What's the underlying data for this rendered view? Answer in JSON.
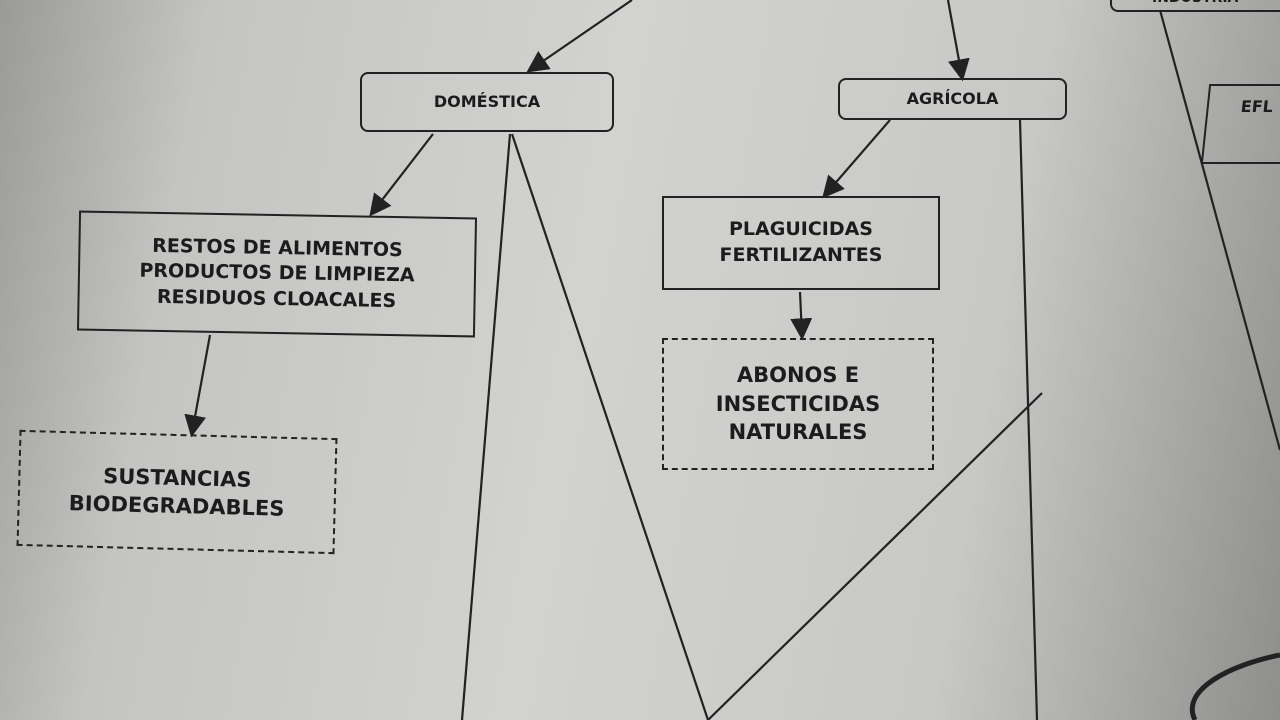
{
  "nodes": {
    "domestica": "DOMÉSTICA",
    "agricola": "AGRÍCOLA",
    "industrial_partial": "INDUSTRIA",
    "efluentes_partial": "EFL",
    "domestica_items": [
      "RESTOS DE ALIMENTOS",
      "PRODUCTOS DE LIMPIEZA",
      "RESIDUOS CLOACALES"
    ],
    "sustancias": [
      "SUSTANCIAS",
      "BIODEGRADABLES"
    ],
    "agricola_items": [
      "PLAGUICIDAS",
      "FERTILIZANTES"
    ],
    "abonos": [
      "ABONOS E",
      "INSECTICIDAS",
      "NATURALES"
    ]
  }
}
